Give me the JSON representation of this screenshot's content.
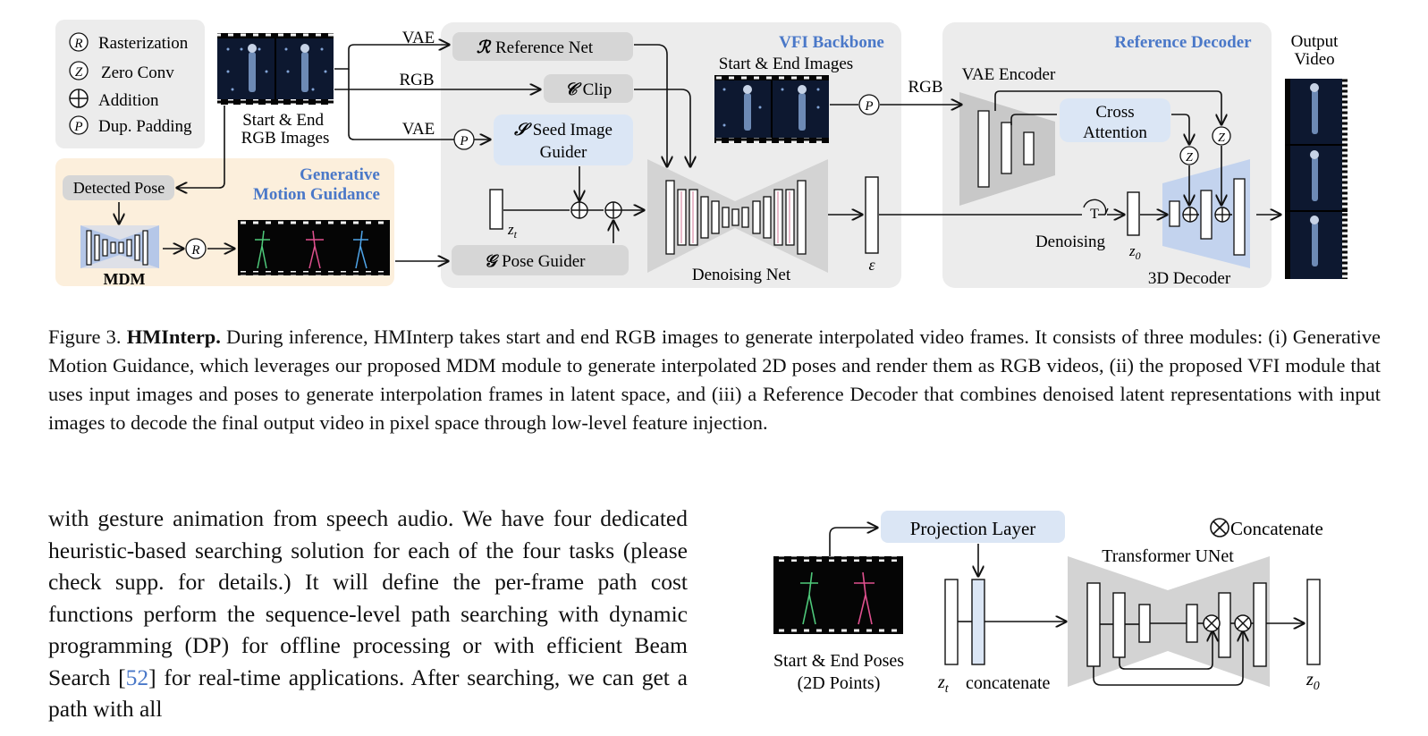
{
  "figure3": {
    "legend": [
      {
        "symbol": "R",
        "label": "Rasterization"
      },
      {
        "symbol": "Z",
        "label": "Zero Conv"
      },
      {
        "symbol": "+",
        "label": "Addition"
      },
      {
        "symbol": "P",
        "label": "Dup. Padding"
      }
    ],
    "input_label": "Start & End\nRGB Images",
    "arrow_labels": {
      "vae_top": "VAE",
      "rgb": "RGB",
      "vae_bottom": "VAE",
      "rgb_right": "RGB"
    },
    "modules": {
      "reference_net_symbol": "ℛ",
      "reference_net": "Reference Net",
      "clip_symbol": "𝒞",
      "clip": "Clip",
      "seed_symbol": "𝒮",
      "seed_guider_line1": "Seed Image",
      "seed_guider_line2": "Guider",
      "pose_symbol": "𝒢",
      "pose_guider": "Pose Guider",
      "vfi_backbone": "VFI Backbone",
      "start_end_images": "Start & End Images",
      "denoising_net": "Denoising Net",
      "epsilon": "ε",
      "zt": "z",
      "zt_sub": "t",
      "generative_title_line1": "Generative",
      "generative_title_line2": "Motion Guidance",
      "detected_pose": "Detected Pose",
      "mdm": "MDM",
      "reference_decoder": "Reference Decoder",
      "vae_encoder": "VAE Encoder",
      "cross_attention_line1": "Cross",
      "cross_attention_line2": "Attention",
      "denoising": "Denoising",
      "z0": "z",
      "z0_sub": "0",
      "t_symbol": "T",
      "decoder_3d": "3D Decoder",
      "output_line1": "Output",
      "output_line2": "Video"
    }
  },
  "caption": {
    "figure_no": "Figure 3.",
    "title": "HMInterp.",
    "text": " During inference, HMInterp takes start and end RGB images to generate interpolated video frames. It consists of three modules: (i) Generative Motion Guidance, which leverages our proposed MDM module to generate interpolated 2D poses and render them as RGB videos, (ii) the proposed VFI module that uses input images and poses to generate interpolation frames in latent space, and (iii) a Reference Decoder that combines denoised latent representations with input images to decode the final output video in pixel space through low-level feature injection."
  },
  "body": {
    "text_before_ref": "with gesture animation from speech audio. We have four dedicated heuristic-based searching solution for each of the four tasks (please check supp. for details.) It will define the per-frame path cost functions perform the sequence-level path searching with dynamic programming (DP) for offline processing or with efficient Beam Search [",
    "ref": "52",
    "text_after_ref": "] for real-time applications. After searching, we can get a path with all"
  },
  "figure4": {
    "projection_layer": "Projection Layer",
    "concatenate_legend": "Concatenate",
    "transformer_unet": "Transformer UNet",
    "start_end_poses_line1": "Start & End Poses",
    "start_end_poses_line2": "(2D Points)",
    "zt": "z",
    "zt_sub": "t",
    "concatenate": "concatenate",
    "z0": "z",
    "z0_sub": "0"
  },
  "colors": {
    "panel_gray": "#ececec",
    "panel_orange": "#fcefdc",
    "box_gray": "#d6d6d6",
    "box_blue": "#dbe6f5",
    "accent_blue": "#4a78c8",
    "frame_dark": "#0d1830"
  }
}
